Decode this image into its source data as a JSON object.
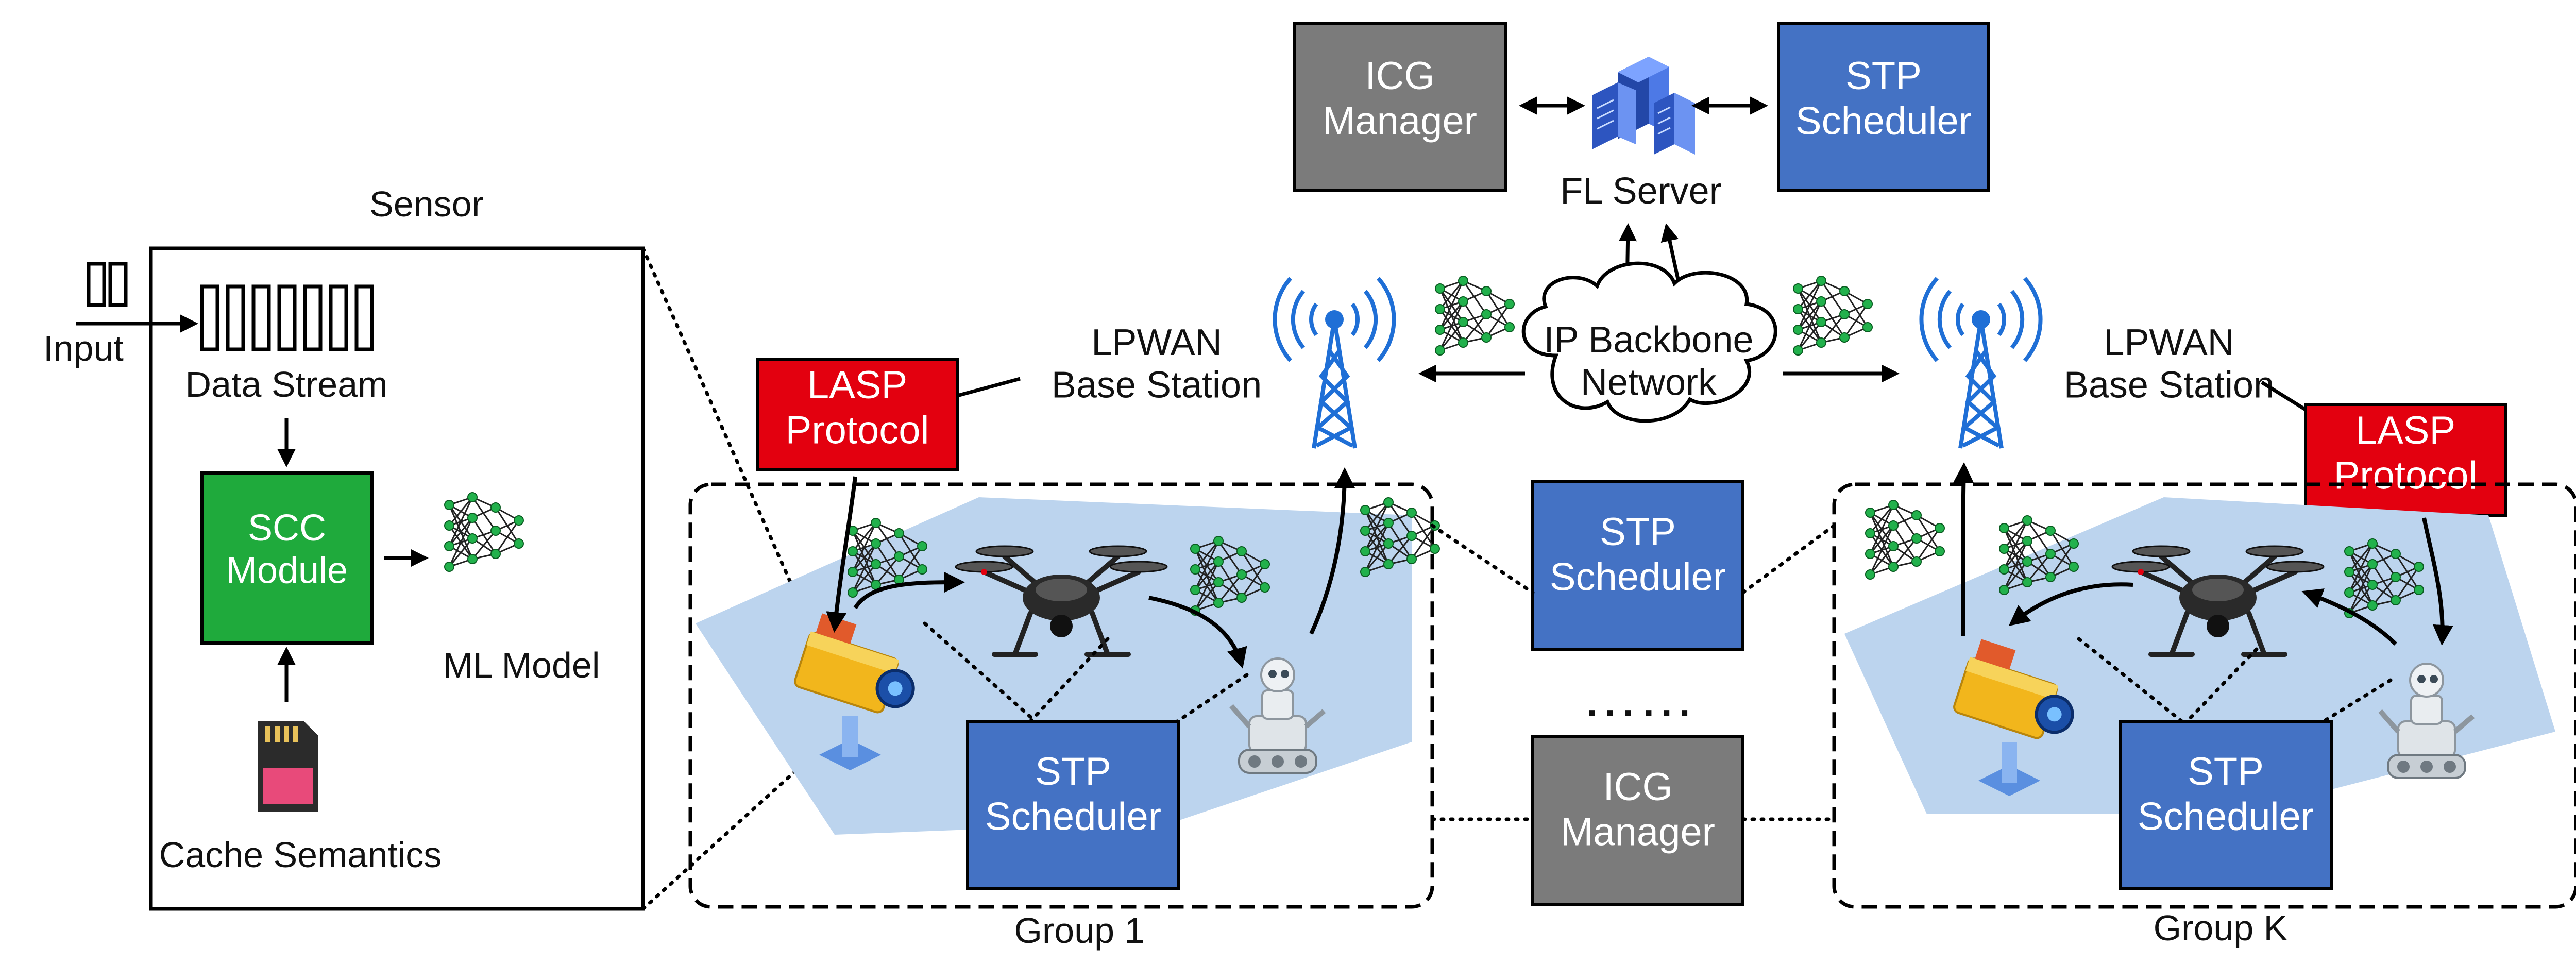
{
  "top": {
    "icg_manager": "ICG\nManager",
    "stp_scheduler": "STP\nScheduler",
    "fl_server": "FL Server"
  },
  "network": {
    "backbone": "IP Backbone\nNetwork",
    "base_station_left": "LPWAN\nBase Station",
    "base_station_right": "LPWAN\nBase Station",
    "lasp_left": "LASP\nProtocol",
    "lasp_right": "LASP\nProtocol"
  },
  "sensor": {
    "title": "Sensor",
    "input": "Input",
    "data_stream": "Data Stream",
    "scc_module": "SCC\nModule",
    "ml_model": "ML Model",
    "cache_semantics": "Cache Semantics"
  },
  "middle": {
    "stp_scheduler": "STP\nScheduler",
    "ellipsis": "……",
    "icg_manager": "ICG\nManager"
  },
  "group1": {
    "label": "Group 1",
    "stp_scheduler": "STP\nScheduler"
  },
  "groupK": {
    "label": "Group K",
    "stp_scheduler": "STP\nScheduler"
  },
  "colors": {
    "gray_box": "#7b7b7b",
    "blue_box": "#4472c4",
    "green_box": "#1faa3c",
    "red_box": "#e3000f",
    "group_area": "#bcd4ee",
    "tower_blue": "#1f6fd6"
  }
}
